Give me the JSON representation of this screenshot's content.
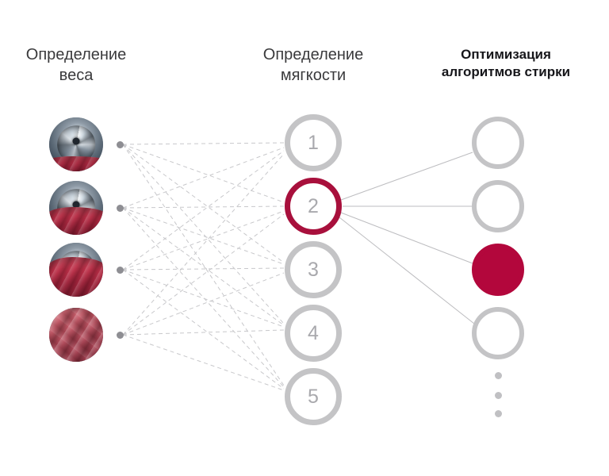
{
  "diagram": {
    "title_columns": [
      {
        "id": "weight",
        "label": "Определение\nвеса",
        "bold": false
      },
      {
        "id": "softness",
        "label": "Определение\nмягкости",
        "bold": false
      },
      {
        "id": "algorithm",
        "label": "Оптимизация\nалгоритмов стирки",
        "bold": true
      }
    ],
    "colors": {
      "accent_crimson": "#A8103C",
      "accent_fill": "#B3073C",
      "ring_gray": "#C4C4C6",
      "number_gray": "#A9A9AD",
      "node_gray": "#8E8E93",
      "edge_gray": "#BFBFC2",
      "heading_gray": "#3A3A3C",
      "heading_dark": "#16161A",
      "background": "#FFFFFF"
    },
    "input_layer": {
      "name": "washing-load-thumbnails",
      "items": [
        {
          "id": "load-1",
          "caption": "",
          "fabric_fill_percent": 26,
          "kind": "drum-with-fabric"
        },
        {
          "id": "load-2",
          "caption": "",
          "fabric_fill_percent": 50,
          "kind": "drum-with-fabric"
        },
        {
          "id": "load-3",
          "caption": "",
          "fabric_fill_percent": 72,
          "kind": "drum-with-fabric"
        },
        {
          "id": "load-4",
          "caption": "",
          "fabric_fill_percent": 100,
          "kind": "fabric-only"
        }
      ],
      "node_dots": 4
    },
    "hidden_layer": {
      "name": "softness-nodes",
      "nodes": [
        {
          "id": "n1",
          "label": "1",
          "active": false
        },
        {
          "id": "n2",
          "label": "2",
          "active": true
        },
        {
          "id": "n3",
          "label": "3",
          "active": false
        },
        {
          "id": "n4",
          "label": "4",
          "active": false
        },
        {
          "id": "n5",
          "label": "5",
          "active": false
        }
      ]
    },
    "output_layer": {
      "name": "wash-algorithm-nodes",
      "nodes": [
        {
          "id": "o1",
          "label": "",
          "selected": false
        },
        {
          "id": "o2",
          "label": "",
          "selected": false
        },
        {
          "id": "o3",
          "label": "",
          "selected": true
        },
        {
          "id": "o4",
          "label": "",
          "selected": false
        }
      ],
      "ellipsis_dots": 3
    },
    "edges": {
      "input_to_hidden_style": "dashed",
      "hidden_to_output_style": "solid",
      "hidden_to_output_source": "n2"
    }
  }
}
